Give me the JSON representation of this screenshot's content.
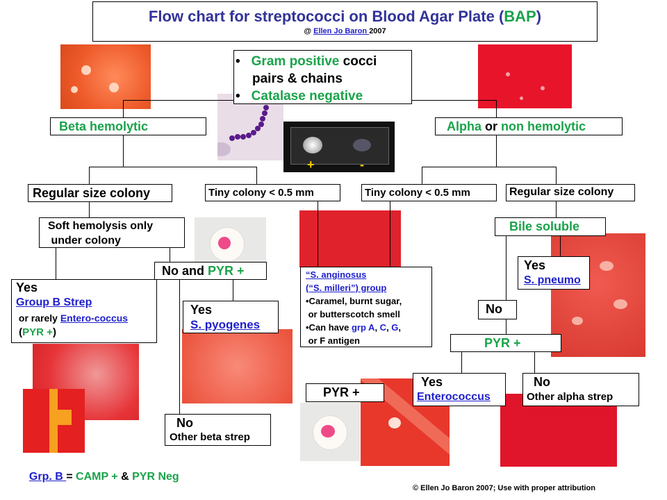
{
  "title": {
    "main_prefix": "Flow chart for streptococci on Blood Agar Plate (",
    "main_bap": "BAP",
    "main_suffix": ")",
    "credit_at": "@ ",
    "credit_name": "Ellen Jo Baron ",
    "credit_year": "2007"
  },
  "top_box": {
    "bullet1_a": "Gram positive",
    "bullet1_b": " cocci",
    "bullet1_c": "pairs & chains",
    "bullet2": "Catalase negative"
  },
  "catalase_slide": {
    "plus": "+",
    "minus": "-"
  },
  "beta": {
    "label": "Beta hemolytic"
  },
  "alpha": {
    "label_a": "Alpha",
    "label_b": " or ",
    "label_c": "non hemolytic"
  },
  "beta_regular": "Regular size colony",
  "beta_tiny": "Tiny colony < 0.5 mm",
  "alpha_tiny": "Tiny colony < 0.5 mm",
  "alpha_regular": "Regular size colony",
  "soft_hemolysis": {
    "line1": "Soft hemolysis only",
    "line2": " under colony"
  },
  "no_pyr": {
    "a": "No and ",
    "b": "PYR +"
  },
  "group_b_box": {
    "yes": "Yes",
    "group_b": "Group B Strep",
    "rarely": " or rarely ",
    "entero": "Entero-coccus",
    "pyr_open": " (",
    "pyr": "PYR +",
    "pyr_close": ")"
  },
  "pyogenes_box": {
    "yes": "Yes",
    "name": "S. pyogenes"
  },
  "other_beta": {
    "no": "No",
    "label": "Other beta strep"
  },
  "anginosus_box": {
    "l1": "“S. anginosus",
    "l2": "(“S. milleri”) group",
    "l3": "•Caramel, burnt sugar,",
    "l4": " or butterscotch smell",
    "l5_a": "•Can have ",
    "l5_b": "grp A",
    "l5_c": ", ",
    "l5_d": "C",
    "l5_e": ", ",
    "l5_f": "G",
    "l5_g": ",",
    "l6": " or F antigen"
  },
  "bile_soluble": "Bile soluble",
  "pneumo_box": {
    "yes": "Yes",
    "name": "S. pneumo"
  },
  "bile_no": "No",
  "pyr_plus_center": "PYR +",
  "pyr_plus_left": "PYR +",
  "enterococcus_box": {
    "yes": "Yes",
    "name": "Enterococcus"
  },
  "other_alpha": {
    "no": "No",
    "label": "Other alpha strep"
  },
  "footnote": {
    "grp_b": "Grp. B ",
    "eq": "= ",
    "camp": "CAMP +",
    "amp": " & ",
    "pyr_neg": "PYR Neg"
  },
  "copyright": "© Ellen Jo Baron 2007; Use with proper attribution",
  "colors": {
    "green": "#1aa34a",
    "blue": "#1f1fcc",
    "title": "#333399"
  }
}
